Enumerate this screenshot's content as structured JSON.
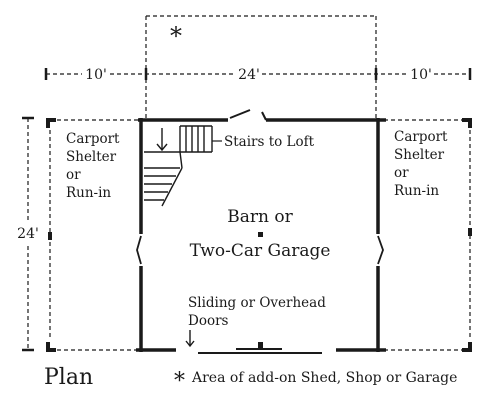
{
  "plan": {
    "title": "Plan",
    "dimensions": {
      "left_width": "10'",
      "center_width": "24'",
      "right_width": "10'",
      "depth": "24'"
    },
    "left_area": {
      "line1": "Carport",
      "line2": "Shelter",
      "line3": "or",
      "line4": "Run-in"
    },
    "right_area": {
      "line1": "Carport",
      "line2": "Shelter",
      "line3": "or",
      "line4": "Run-in"
    },
    "center_area": {
      "line1": "Barn or",
      "line2": "Two-Car Garage"
    },
    "stairs_label": "Stairs to Loft",
    "doors_label": {
      "line1": "Sliding or Overhead",
      "line2": "Doors"
    },
    "addon_marker": "*",
    "legend": {
      "symbol": "*",
      "text": "Area of add-on Shed, Shop or Garage"
    }
  },
  "colors": {
    "ink": "#1a1a1a",
    "background": "#ffffff"
  }
}
